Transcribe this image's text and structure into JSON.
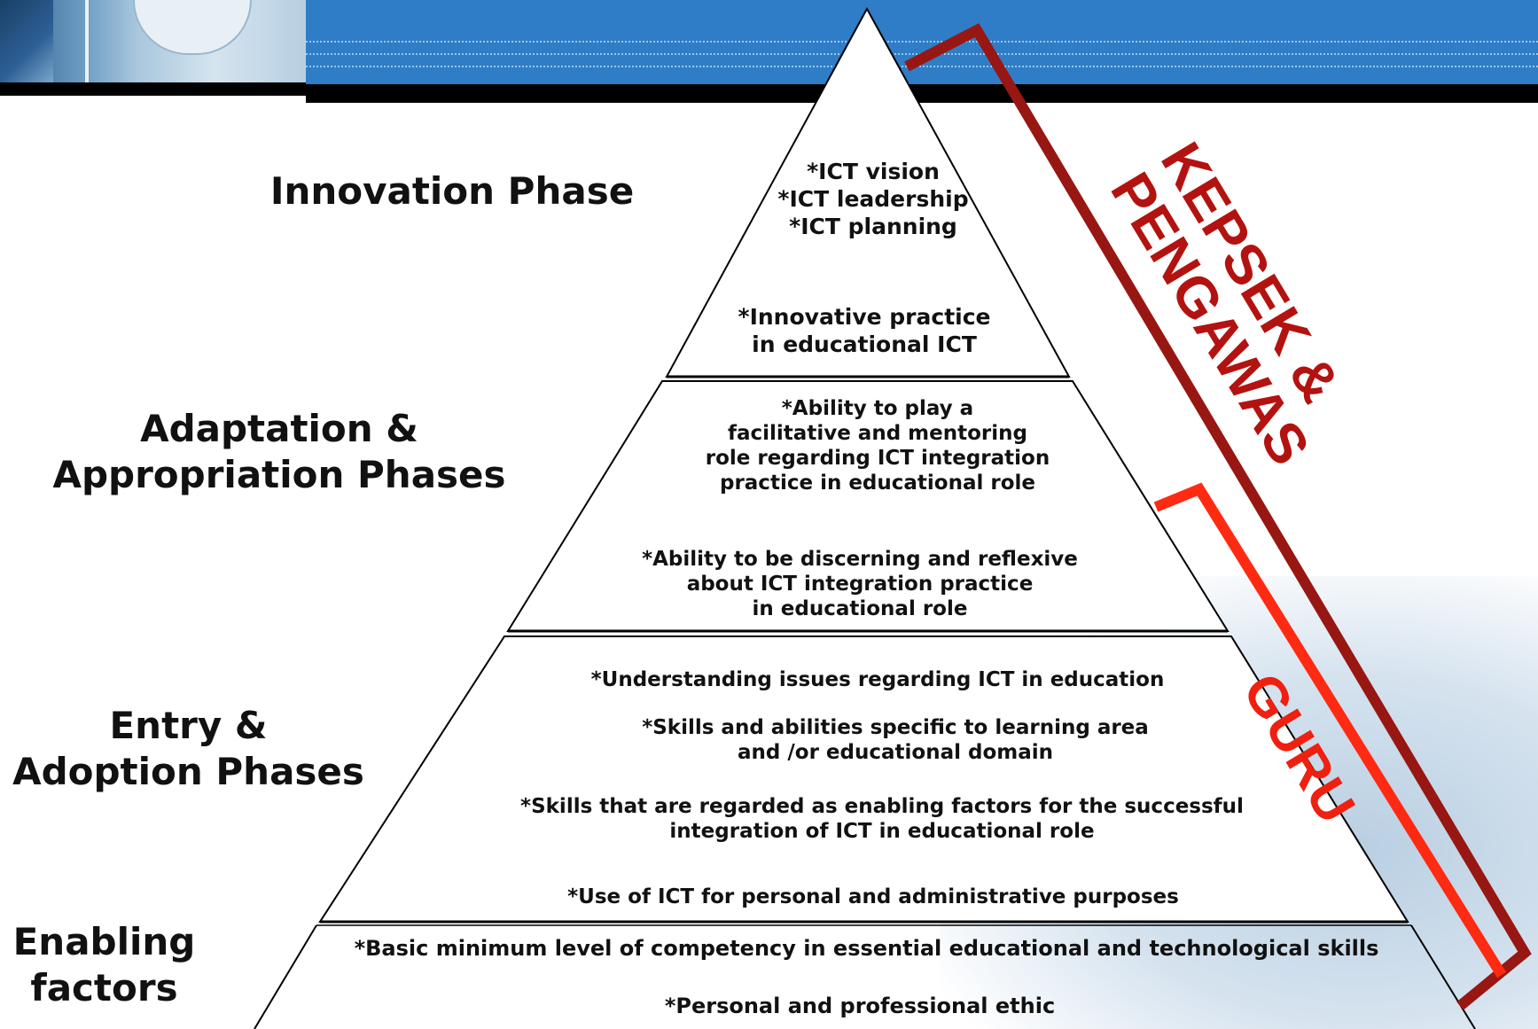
{
  "colors": {
    "kepsek_bracket": "#981712",
    "guru_bracket": "#ff2a12",
    "kepsek_label": "#b31310",
    "guru_label": "#ef2010",
    "banner": "#2f7dc7"
  },
  "icons": {
    "header_photo": "computer-mouse-photo"
  },
  "phases": {
    "innovation": "Innovation Phase",
    "adaptation": [
      "Adaptation &",
      "Appropriation Phases"
    ],
    "entry": [
      "Entry &",
      "Adoption Phases"
    ],
    "enabling": [
      "Enabling",
      "factors"
    ]
  },
  "pyramid": {
    "level1": {
      "a": [
        "*ICT vision",
        "*ICT leadership",
        "*ICT planning"
      ],
      "b": [
        "*Innovative practice",
        "in educational ICT"
      ]
    },
    "level2": {
      "a": [
        "*Ability to play a",
        "facilitative and mentoring",
        "role regarding ICT integration",
        "practice in educational role"
      ],
      "b": [
        "*Ability to be discerning and reflexive",
        "about ICT integration practice",
        "in educational role"
      ]
    },
    "level3": {
      "a": "*Understanding issues regarding ICT in education",
      "b": [
        "*Skills and abilities specific to learning area",
        "and /or educational domain"
      ],
      "c": [
        "*Skills that are regarded as enabling factors for the successful",
        "integration of ICT in educational role"
      ],
      "d": "*Use of ICT for personal and administrative purposes"
    },
    "level4": {
      "a": "*Basic minimum level of competency in essential educational and technological skills",
      "b": "*Personal and professional ethic"
    }
  },
  "labels": {
    "kepsek": [
      "KEPSEK &",
      "PENGAWAS"
    ],
    "guru": "GURU"
  }
}
